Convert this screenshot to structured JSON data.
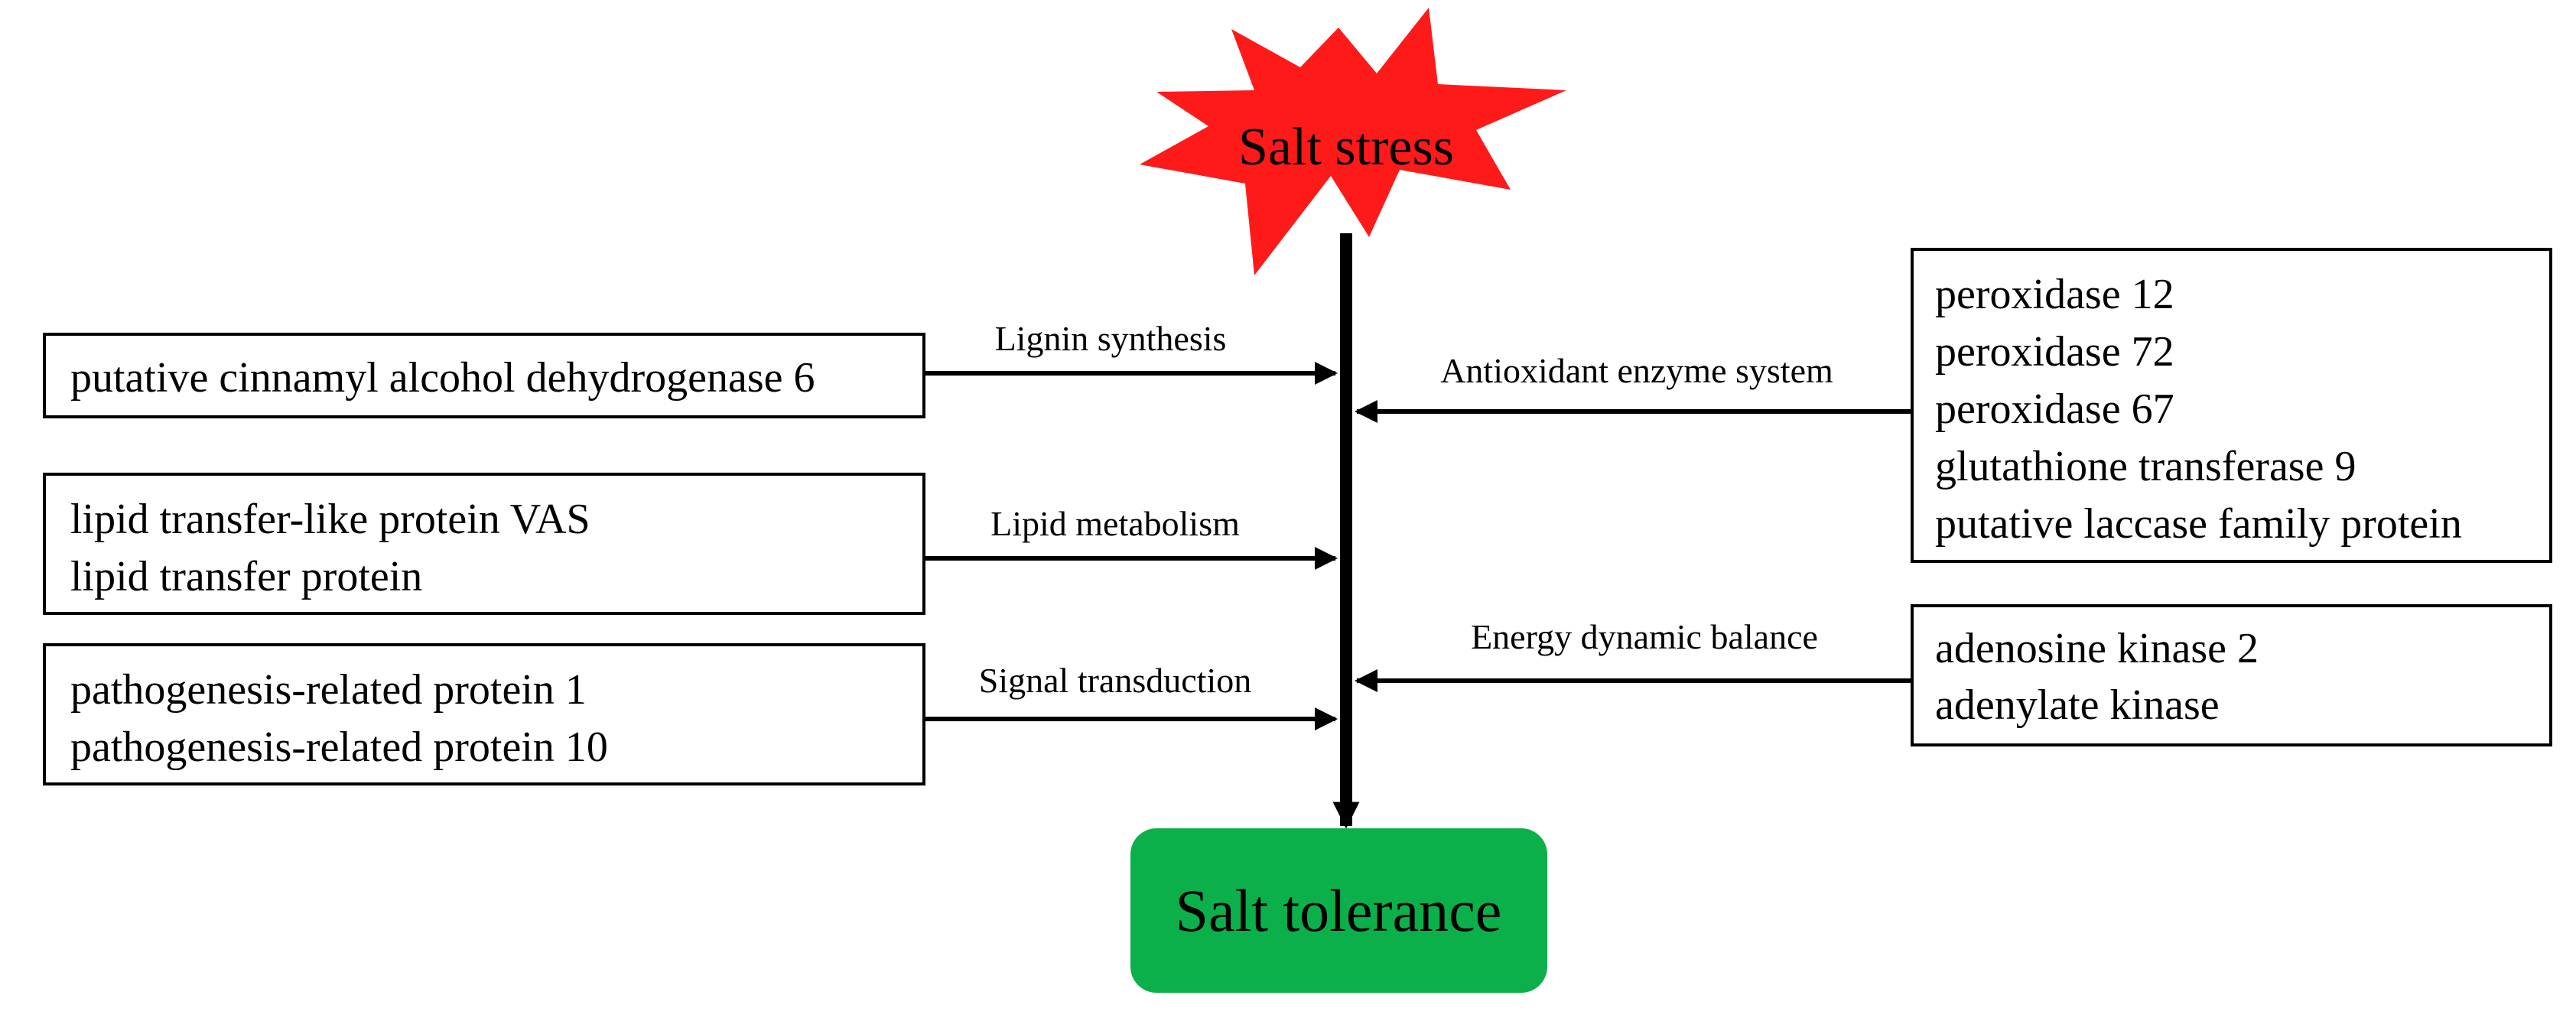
{
  "colors": {
    "stress_burst": "#ff1a1a",
    "tolerance_box": "#0bb04a",
    "line": "#000000",
    "background": "#ffffff"
  },
  "stress": {
    "label": "Salt stress"
  },
  "tolerance": {
    "label": "Salt tolerance"
  },
  "pathways": {
    "lignin": {
      "label": "Lignin synthesis",
      "genes": [
        "putative cinnamyl alcohol dehydrogenase 6"
      ]
    },
    "lipid": {
      "label": "Lipid metabolism",
      "genes": [
        "lipid transfer-like protein VAS",
        "lipid transfer protein"
      ]
    },
    "signal": {
      "label": "Signal transduction",
      "genes": [
        "pathogenesis-related protein 1",
        "pathogenesis-related protein 10"
      ]
    },
    "antioxidant": {
      "label": "Antioxidant enzyme system",
      "genes": [
        "peroxidase 12",
        "peroxidase 72",
        "peroxidase 67",
        "glutathione transferase 9",
        "putative laccase family protein"
      ]
    },
    "energy": {
      "label": "Energy dynamic balance",
      "genes": [
        "adenosine kinase 2",
        "adenylate kinase"
      ]
    }
  }
}
